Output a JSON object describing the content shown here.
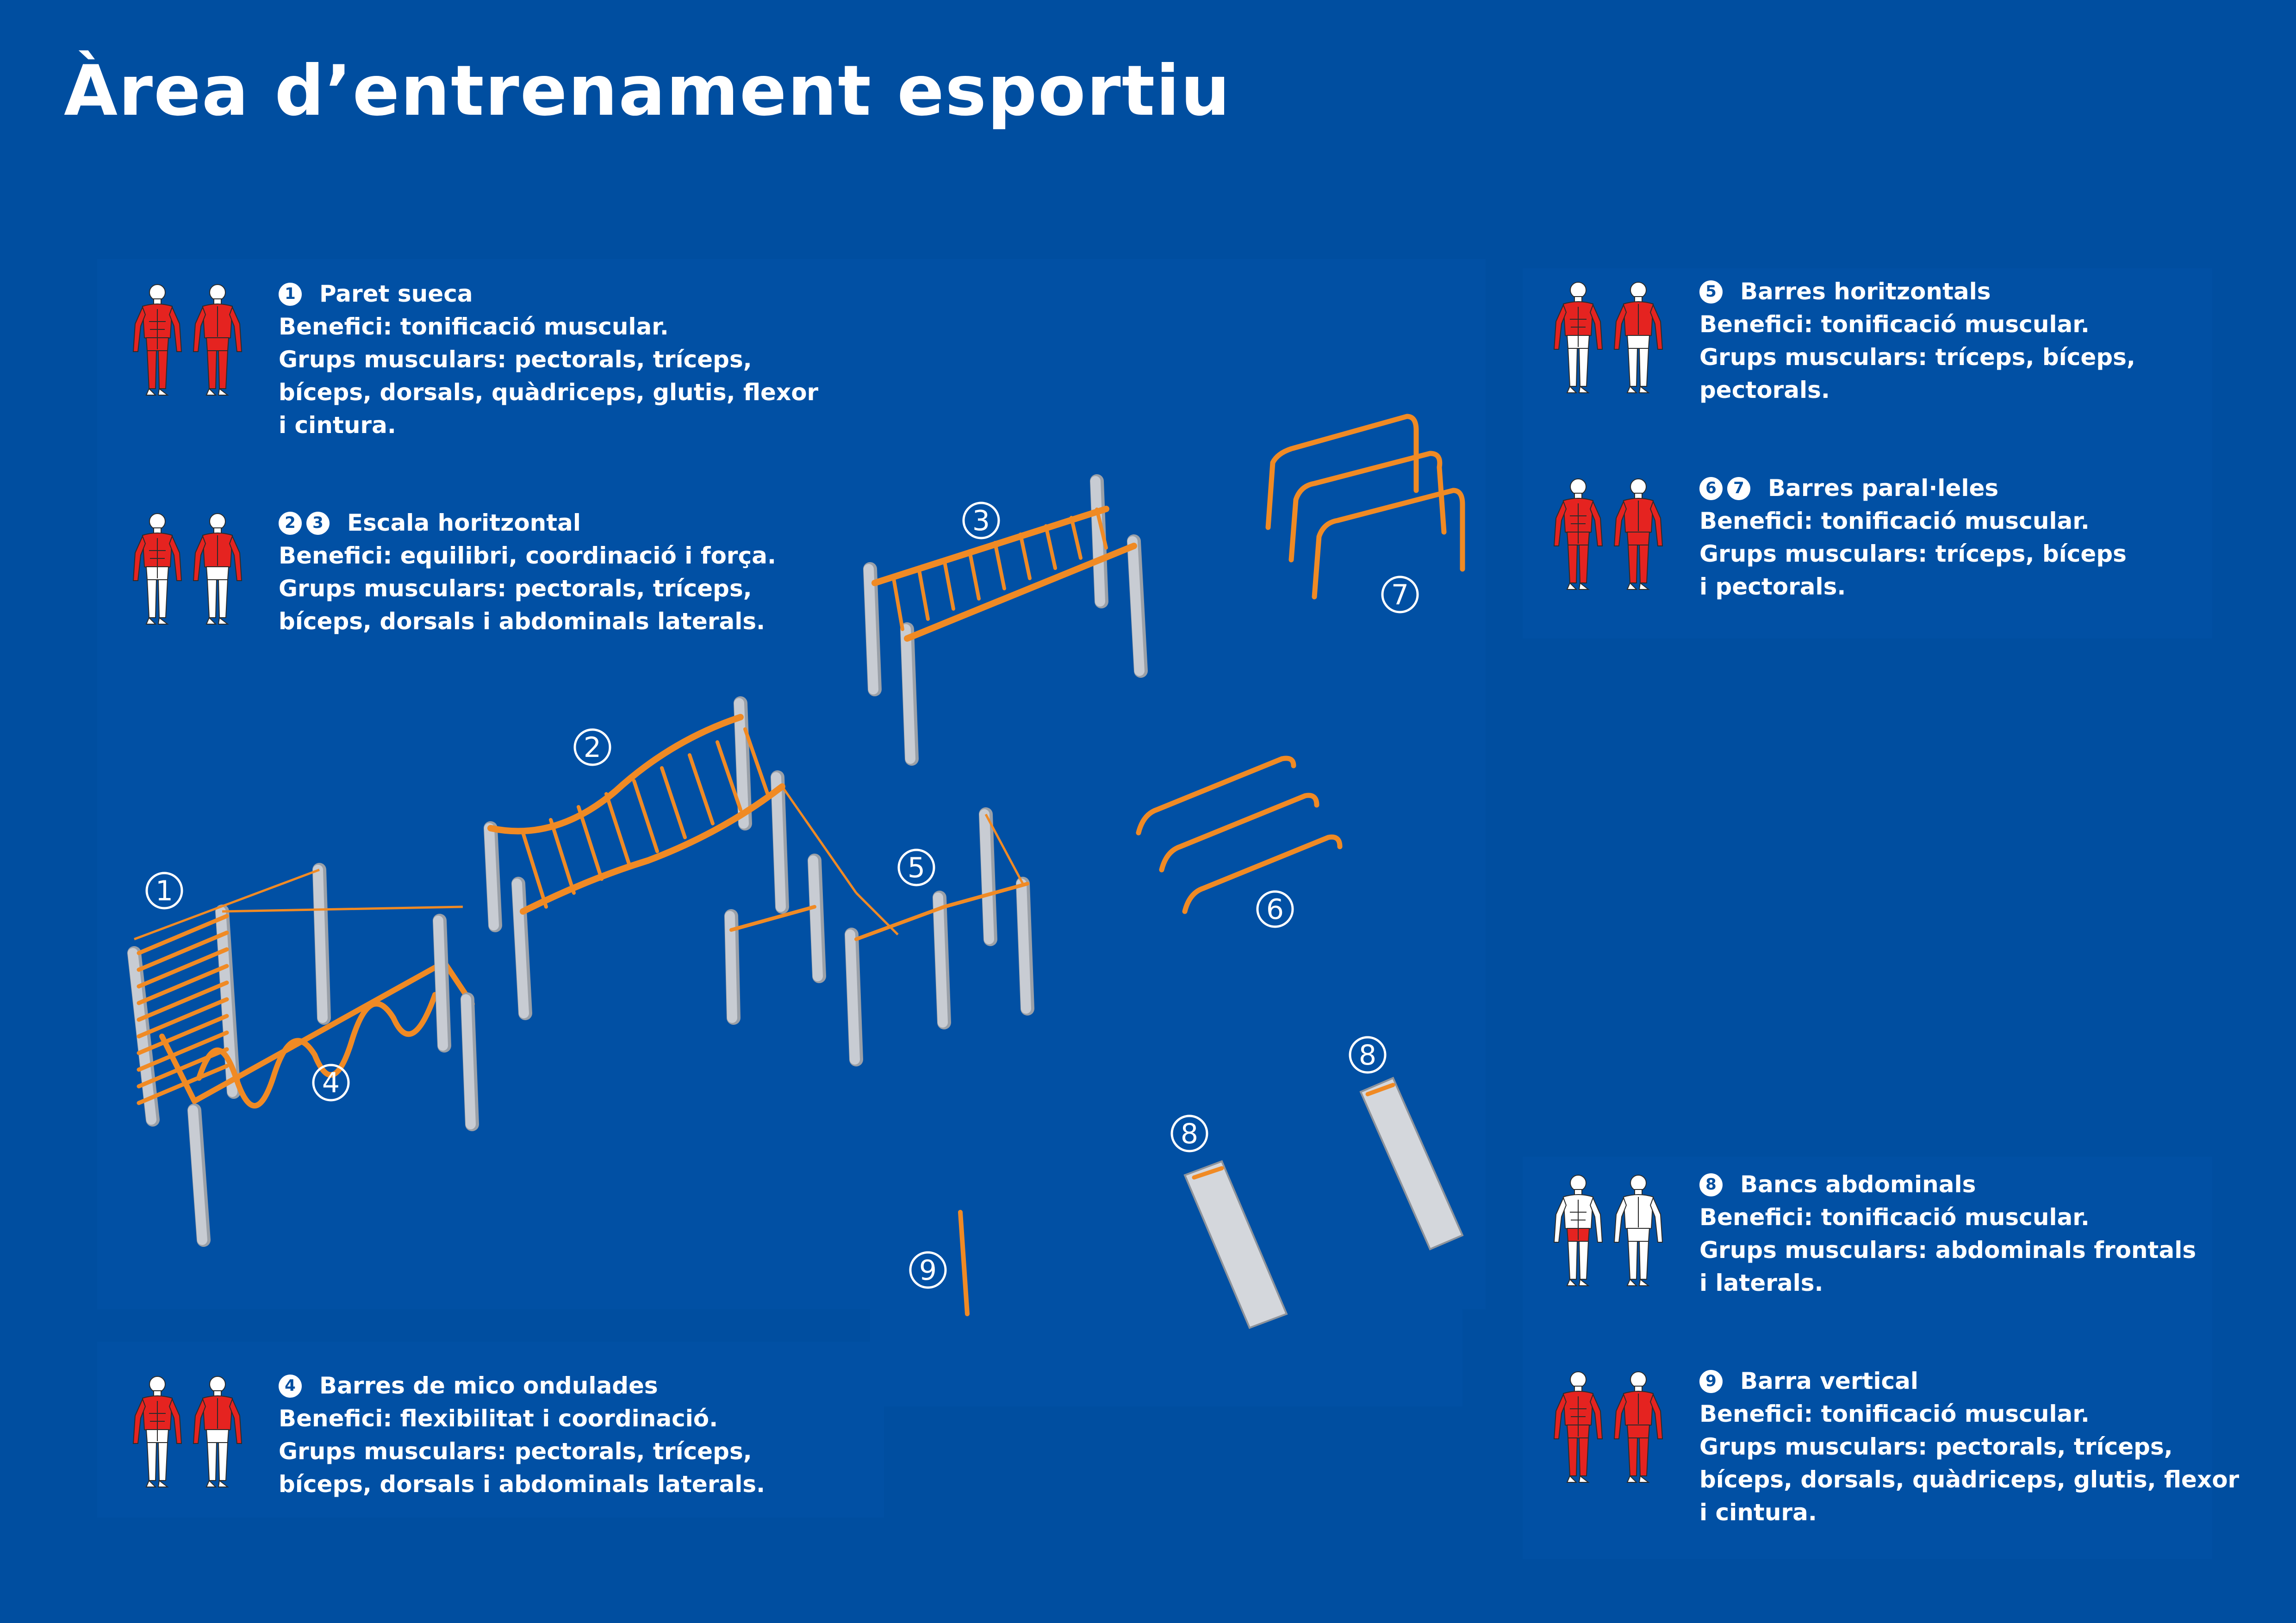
{
  "title": "Àrea d’entrenament esportiu",
  "colors": {
    "background": "#004ea0",
    "equipment": "#f08a24",
    "posts": "#c8ccd3",
    "muscle_highlight": "#e52320"
  },
  "icons": [
    "muscle-figure-front-icon",
    "muscle-figure-back-icon"
  ],
  "stations": [
    {
      "nums": [
        "1"
      ],
      "name": "Paret sueca",
      "lines": [
        "Benefici: tonificació muscular.",
        "Grups musculars: pectorals, tríceps,",
        "bíceps, dorsals, quàdriceps, glutis, flexor",
        "i cintura."
      ]
    },
    {
      "nums": [
        "2",
        "3"
      ],
      "name": "Escala horitzontal",
      "lines": [
        "Benefici: equilibri, coordinació i força.",
        "Grups musculars: pectorals, tríceps,",
        "bíceps, dorsals i abdominals laterals."
      ]
    },
    {
      "nums": [
        "4"
      ],
      "name": "Barres de mico ondulades",
      "lines": [
        "Benefici: flexibilitat i coordinació.",
        "Grups musculars: pectorals, tríceps,",
        "bíceps, dorsals i abdominals laterals."
      ]
    },
    {
      "nums": [
        "5"
      ],
      "name": "Barres horitzontals",
      "lines": [
        "Benefici: tonificació muscular.",
        "Grups musculars: tríceps, bíceps,",
        "pectorals."
      ]
    },
    {
      "nums": [
        "6",
        "7"
      ],
      "name": "Barres paral·leles",
      "lines": [
        "Benefici: tonificació muscular.",
        "Grups musculars: tríceps, bíceps",
        "i pectorals."
      ]
    },
    {
      "nums": [
        "8"
      ],
      "name": "Bancs abdominals",
      "lines": [
        "Benefici: tonificació muscular.",
        "Grups musculars: abdominals frontals",
        "i laterals."
      ]
    },
    {
      "nums": [
        "9"
      ],
      "name": "Barra vertical",
      "lines": [
        "Benefici: tonificació muscular.",
        "Grups musculars: pectorals, tríceps,",
        "bíceps, dorsals, quàdriceps, glutis, flexor",
        "i cintura."
      ]
    }
  ],
  "diagram_labels": [
    "1",
    "2",
    "3",
    "4",
    "5",
    "6",
    "7",
    "8",
    "8",
    "9"
  ]
}
